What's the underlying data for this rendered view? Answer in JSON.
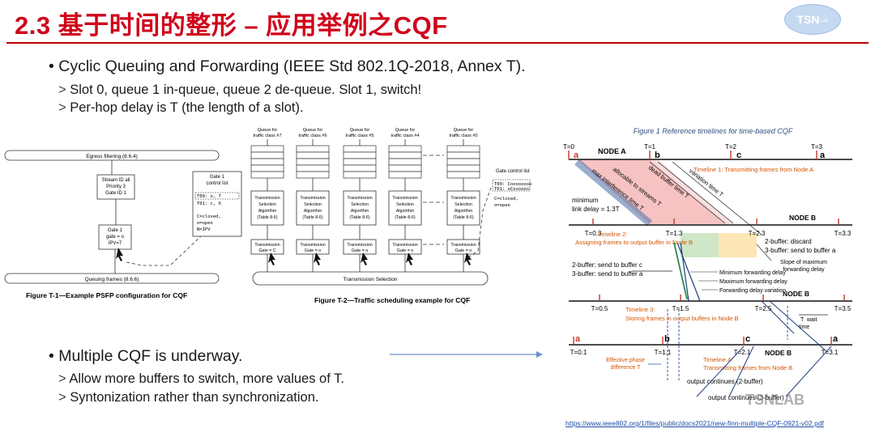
{
  "title": "2.3 基于时间的整形 – 应用举例之CQF",
  "logo": {
    "main": "TSN",
    "small": "Lab"
  },
  "bullets": {
    "b1": "Cyclic Queuing and Forwarding (IEEE Std 802.1Q-2018, Annex T).",
    "b1_subs": [
      "Slot 0, queue 1 in-queue, queue 2 de-queue. Slot 1, switch!",
      "Per-hop delay is T (the length of a slot)."
    ],
    "b2": "Multiple CQF is underway.",
    "b2_subs": [
      "Allow more buffers to switch, more values of T.",
      "Syntonization rather than synchronization."
    ]
  },
  "fig_t1": {
    "egress": "Egress filtering (8.6.4)",
    "stream": [
      "Stream ID all",
      "Priority 3",
      "Gate ID 1"
    ],
    "gate": [
      "Gate 1",
      "gate = o",
      "IPV=7"
    ],
    "queuing": "Queuing frames (8.6.6)",
    "control_title": [
      "Gate 1",
      "control list"
    ],
    "control_rows": [
      "T00: o, 7",
      "T01: c, X"
    ],
    "legend": [
      "C=closed,",
      "o=open",
      "N=IPV"
    ],
    "caption": "Figure T-1—Example PSFP configuration for CQF"
  },
  "fig_t2": {
    "queues": [
      {
        "label": [
          "Queue for",
          "traffic class #7"
        ],
        "gate": "Gate = C"
      },
      {
        "label": [
          "Queue for",
          "traffic class #6"
        ],
        "gate": "Gate = o"
      },
      {
        "label": [
          "Queue for",
          "traffic class #5"
        ],
        "gate": "Gate = o"
      },
      {
        "label": [
          "Queue for",
          "traffic class #4"
        ],
        "gate": "Gate = o"
      },
      {
        "label": [
          "Queue for",
          "traffic class #0"
        ],
        "gate": "Gate = o"
      }
    ],
    "tsa": [
      "Transmission",
      "Selection",
      "Algorithm",
      "(Table 8-6)"
    ],
    "gate_label": "Transmission",
    "control_title": "Gate control list",
    "control_rows": [
      "T00: Coooooooo",
      "T01: oCoooooo"
    ],
    "legend": [
      "C=closed,",
      "o=open"
    ],
    "selection": "Transmission Selection",
    "caption": "Figure T-2—Traffic scheduling example for CQF"
  },
  "fig1": {
    "caption": "Figure 1  Reference timelines for time-based CQF",
    "t_top": [
      "T=0",
      "T=1",
      "T=2",
      "T=3"
    ],
    "t_b1": [
      "T=0.3",
      "T=1.3",
      "T=2.3",
      "T=3.3"
    ],
    "t_b2": [
      "T=0.5",
      "T=1.5",
      "T=2.5",
      "T=3.5"
    ],
    "t_b3": [
      "T=0.1",
      "T=1.1",
      "T=2.1",
      "T=3.1"
    ],
    "node_a": "NODE A",
    "node_b": "NODE B",
    "letters": [
      "a",
      "b",
      "c",
      "a"
    ],
    "timeline1": "Timeline 1: Transmitting frames from Node A",
    "timeline2": [
      "Timeline 2:",
      "Assigning frames to output buffer in Node B"
    ],
    "timeline3": [
      "Timeline 3:",
      "Storing frames in output buffers in Node B"
    ],
    "timeline4": [
      "Timeline 4:",
      "Transmitting frames from Node B"
    ],
    "variation": "variation time T",
    "dead": "dead buffer time T",
    "allocable": "allocable to streams T",
    "max_int": "max interference time T",
    "min_link": [
      "minimum",
      "link delay = 1.3T"
    ],
    "discard": [
      "2-buffer: discard",
      "3-buffer: send to buffer a"
    ],
    "send": [
      "2-buffer: send to buffer c",
      "3-buffer: send to buffer a"
    ],
    "slope": [
      "Slope of maximum",
      "forwarding delay"
    ],
    "fwd": [
      "Minimum forwarding delay",
      "Maximum forwarding delay",
      "Forwarding delay variation"
    ],
    "wait": [
      "T",
      "wait",
      "time"
    ],
    "phase": [
      "Effective phase",
      "difference T"
    ],
    "output": [
      "output continues (2-buffer)",
      "output continues (3-buffer)"
    ],
    "watermark": "TSNLAB"
  },
  "link": "https://www.ieee802.org/1/files/public/docs2021/new-finn-multiple-CQF-0921-v02.pdf"
}
